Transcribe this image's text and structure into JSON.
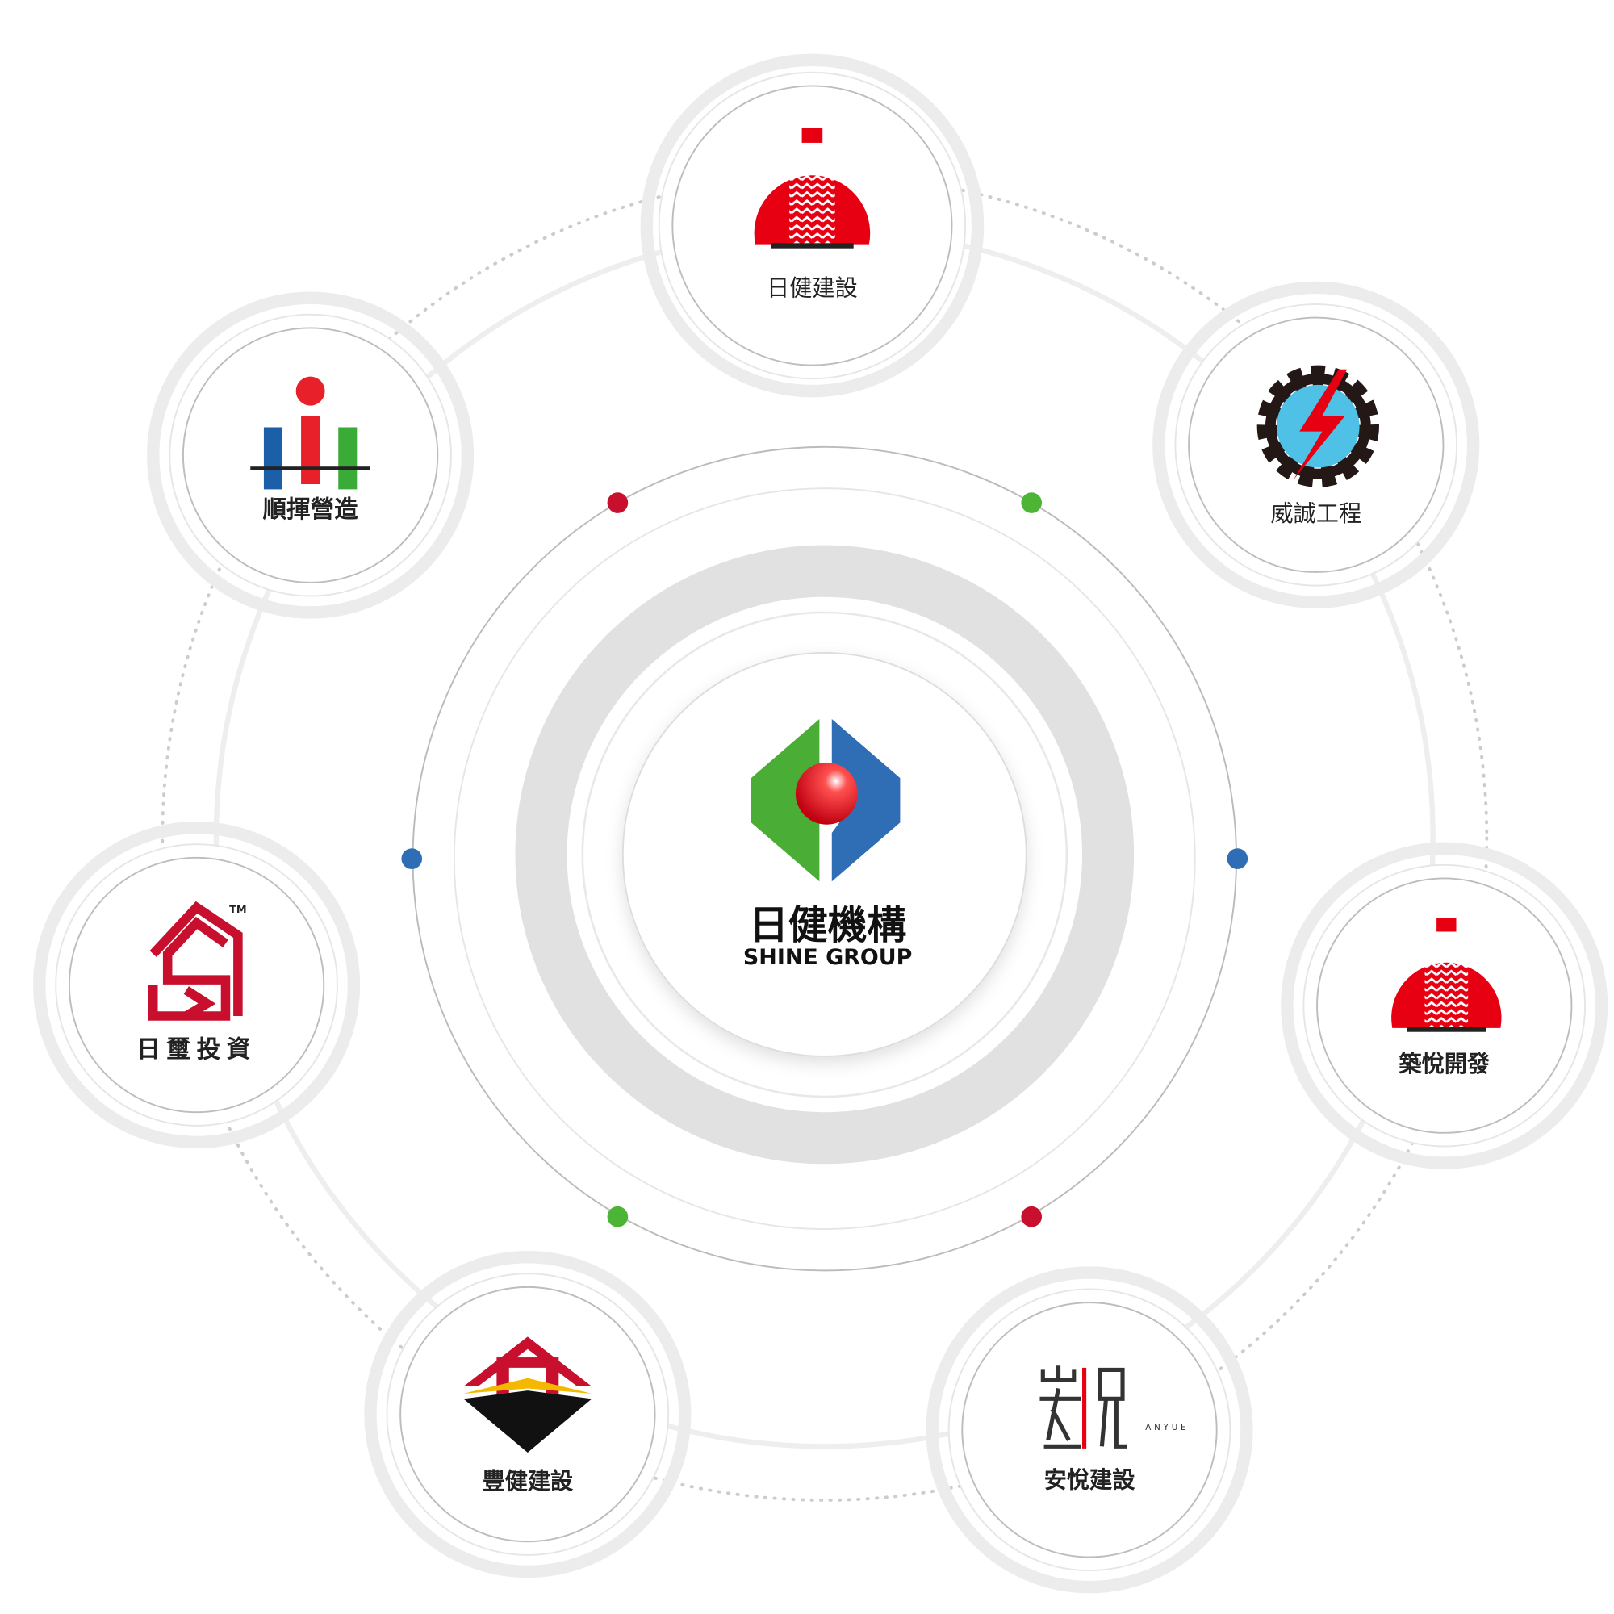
{
  "center": {
    "name_zh": "日健機構",
    "name_en": "SHINE GROUP",
    "colors": {
      "green": "#4aad35",
      "blue": "#2f6db5",
      "red": "#e60012"
    }
  },
  "companies": [
    {
      "label": "日健建設",
      "logo": "red-dome-building"
    },
    {
      "label": "威誠工程",
      "logo": "gear-lightning"
    },
    {
      "label": "築悅開發",
      "logo": "red-dome-building"
    },
    {
      "label": "安悅建設",
      "logo": "anyue-wordmark",
      "logo_text": "ANYUE"
    },
    {
      "label": "豐健建設",
      "logo": "house-chevron"
    },
    {
      "label": "日璽投資",
      "logo": "s-house",
      "trademark": "TM"
    },
    {
      "label": "順揮營造",
      "logo": "bar-figure"
    }
  ],
  "dot_colors": {
    "red": "#c8102e",
    "green": "#4cb535",
    "blue": "#2f6db5"
  }
}
